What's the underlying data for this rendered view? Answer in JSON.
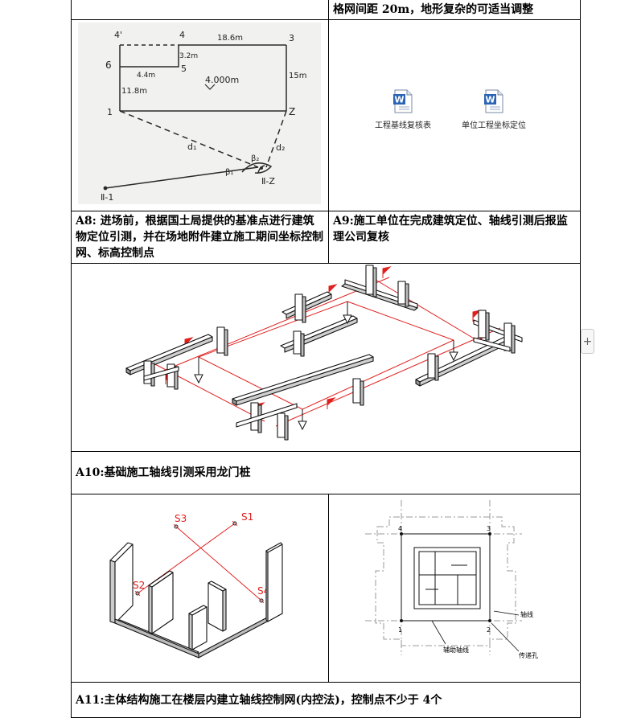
{
  "top_row": {
    "right_text": "格网间距 20m，地形复杂的可适当调整"
  },
  "a8": {
    "caption": "A8:  进场前，根据国土局提供的基准点进行建筑物定位引测，并在场地附件建立施工期间坐标控制网、标高控制点",
    "sketch_labels": {
      "p4prime": "4'",
      "p4": "4",
      "p3": "3",
      "p6": "6",
      "p5": "5",
      "p1": "1",
      "p2": "Z",
      "dim_top": "18.6m",
      "dim_small_v": "3.2m",
      "dim_small_h": "4.4m",
      "dim_right": "15m",
      "dim_left": "11.8m",
      "elev": "4.000m",
      "d1": "d₁",
      "d2": "d₂",
      "beta1": "β₁",
      "beta2": "β₂",
      "base1": "Ⅱ-1",
      "base2": "Ⅱ-Z"
    }
  },
  "a9": {
    "caption": "A9:施工单位在完成建筑定位、轴线引测后报监理公司复核",
    "attachments": [
      {
        "label": "工程基线复核表",
        "icon": "word-document-icon"
      },
      {
        "label": "单位工程坐标定位",
        "icon": "word-document-icon"
      }
    ]
  },
  "a10": {
    "caption": "A10:基础施工轴线引测采用龙门桩"
  },
  "a11": {
    "caption": "A11:主体结构施工在楼层内建立轴线控制网(内控法)，控制点不少于 4个",
    "left_labels": {
      "s1": "S1",
      "s2": "S2",
      "s3": "S3",
      "s4": "S4"
    },
    "right_labels": {
      "n1": "1",
      "n2": "2",
      "n3": "3",
      "n4": "4",
      "axis": "轴线",
      "aux": "辅助轴线",
      "hole": "传递孔"
    }
  },
  "colors": {
    "red": "#e0201e",
    "blue_icon": "#2a64b4",
    "line": "#000000"
  },
  "ui": {
    "plus": "+"
  }
}
